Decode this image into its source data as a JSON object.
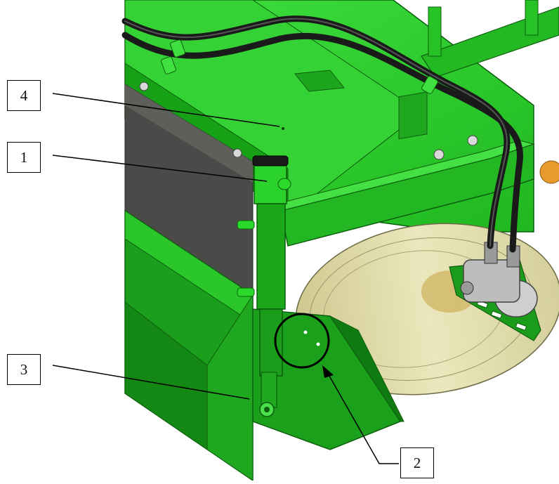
{
  "callouts": [
    {
      "id": "4",
      "label": "4"
    },
    {
      "id": "1",
      "label": "1"
    },
    {
      "id": "3",
      "label": "3"
    },
    {
      "id": "2",
      "label": "2"
    }
  ],
  "colors": {
    "frame_green": "#1c9e1c",
    "light_green": "#2fd62f",
    "dark_green": "#0f6f12",
    "panel_gray": "#4a4a48",
    "hose_black": "#1a1a1a",
    "disc_cream": "#e2dfb3",
    "orange": "#e89a2c"
  }
}
